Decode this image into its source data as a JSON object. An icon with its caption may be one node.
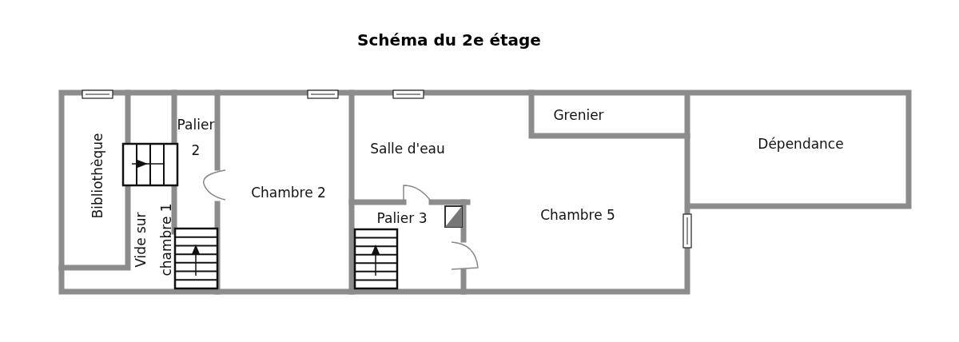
{
  "diagram": {
    "title": "Schéma du 2e étage",
    "labels": [
      "Palier 2",
      "Grenier",
      "Dépendance",
      "Bibliothèque",
      "Salle d'eau",
      "Chambre 2",
      "Palier 3",
      "Chambre 5",
      "Vide sur chambre 1"
    ]
  }
}
